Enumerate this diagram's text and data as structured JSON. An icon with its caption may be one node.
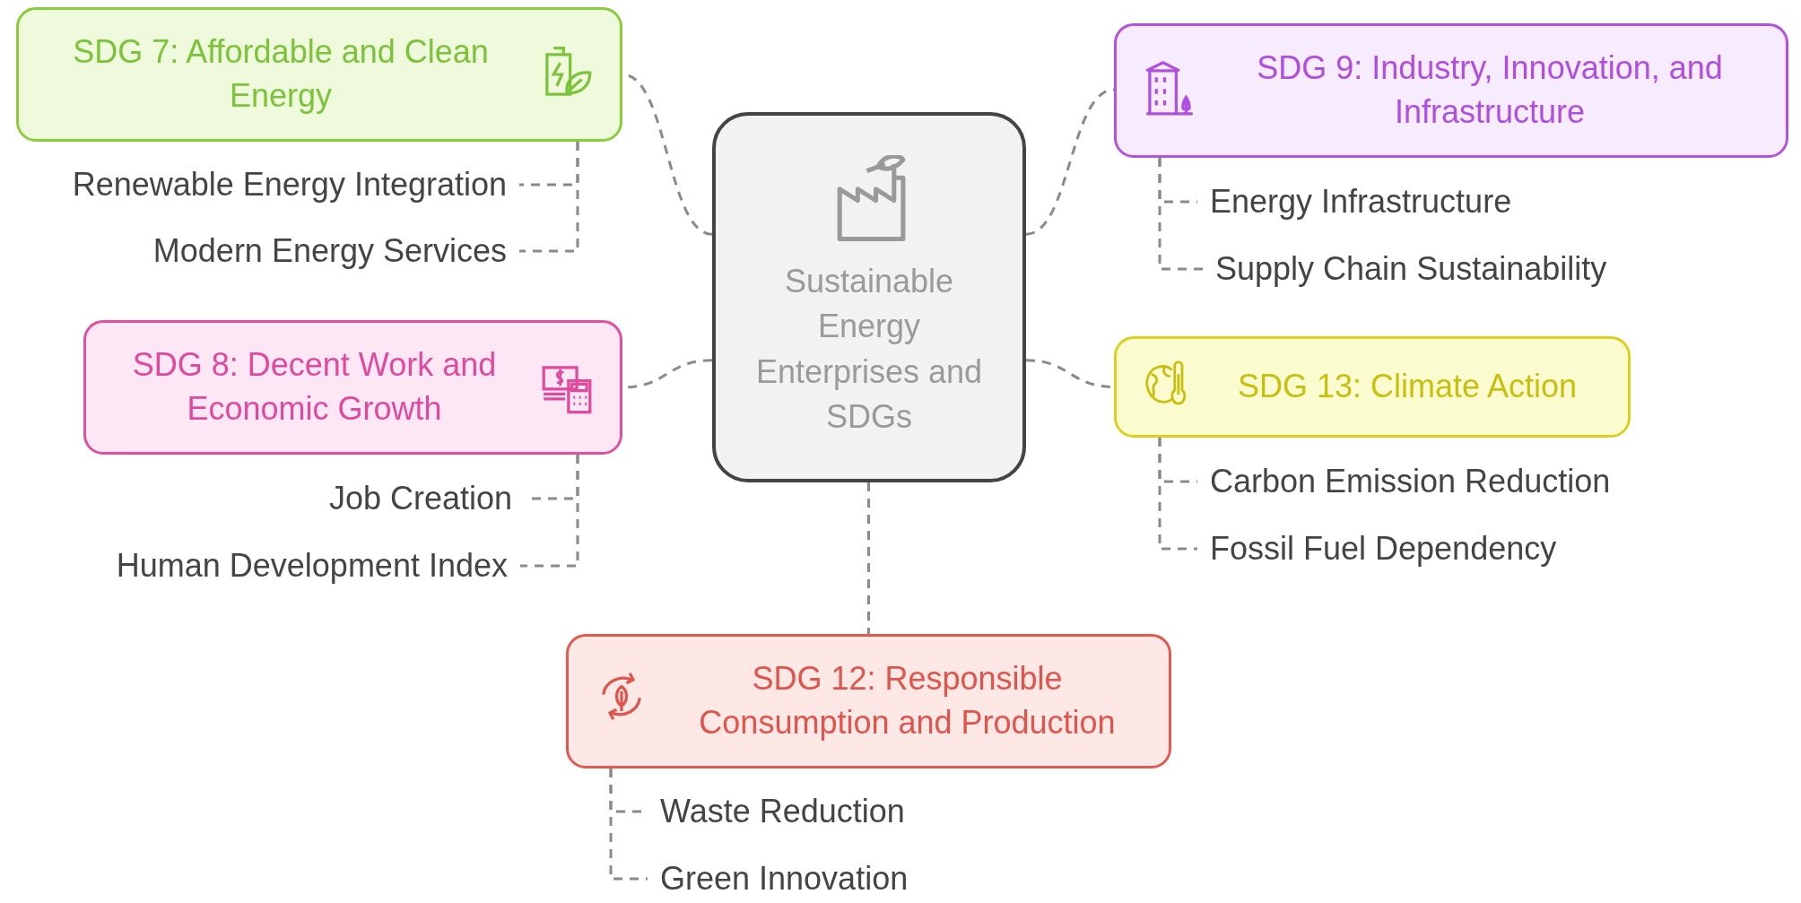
{
  "diagram": {
    "nodes": [
      {
        "text": [
          "Sustainable Energy Enterprises and SDGs"
        ]
      },
      {
        "text": [
          "SDG 7: Affordable and Clean Energy"
        ]
      },
      {
        "text": [
          "Renewable Energy Integration"
        ]
      },
      {
        "text": [
          "Modern Energy Services"
        ]
      },
      {
        "text": [
          "SDG 9: Industry, Innovation, and Infrastructure"
        ]
      },
      {
        "text": [
          "Energy Infrastructure"
        ]
      },
      {
        "text": [
          "Supply Chain Sustainability"
        ]
      },
      {
        "text": [
          "SDG 8: Decent Work and Economic Growth"
        ]
      },
      {
        "text": [
          "Job Creation"
        ]
      },
      {
        "text": [
          "Human Development Index"
        ]
      },
      {
        "text": [
          "SDG 13: Climate Action"
        ]
      },
      {
        "text": [
          "Carbon Emission Reduction"
        ]
      },
      {
        "text": [
          "Fossil Fuel Dependency"
        ]
      },
      {
        "text": [
          "SDG 12: Responsible Consumption and Production"
        ]
      },
      {
        "text": [
          "Waste Reduction"
        ]
      },
      {
        "text": [
          "Green Innovation"
        ]
      }
    ],
    "edges": [
      {
        "from": 0,
        "to": 1,
        "arrow": "none",
        "style": "dashed"
      },
      {
        "from": 1,
        "to": 2,
        "arrow": "none",
        "style": "dashed"
      },
      {
        "from": 1,
        "to": 3,
        "arrow": "none",
        "style": "dashed"
      },
      {
        "from": 0,
        "to": 4,
        "arrow": "none",
        "style": "dashed"
      },
      {
        "from": 4,
        "to": 5,
        "arrow": "none",
        "style": "dashed"
      },
      {
        "from": 4,
        "to": 6,
        "arrow": "none",
        "style": "dashed"
      },
      {
        "from": 0,
        "to": 7,
        "arrow": "none",
        "style": "dashed"
      },
      {
        "from": 7,
        "to": 8,
        "arrow": "none",
        "style": "dashed"
      },
      {
        "from": 7,
        "to": 9,
        "arrow": "none",
        "style": "dashed"
      },
      {
        "from": 0,
        "to": 10,
        "arrow": "none",
        "style": "dashed"
      },
      {
        "from": 10,
        "to": 11,
        "arrow": "none",
        "style": "dashed"
      },
      {
        "from": 10,
        "to": 12,
        "arrow": "none",
        "style": "dashed"
      },
      {
        "from": 0,
        "to": 13,
        "arrow": "none",
        "style": "dashed"
      },
      {
        "from": 13,
        "to": 14,
        "arrow": "none",
        "style": "dashed"
      },
      {
        "from": 13,
        "to": 15,
        "arrow": "none",
        "style": "dashed"
      }
    ]
  }
}
